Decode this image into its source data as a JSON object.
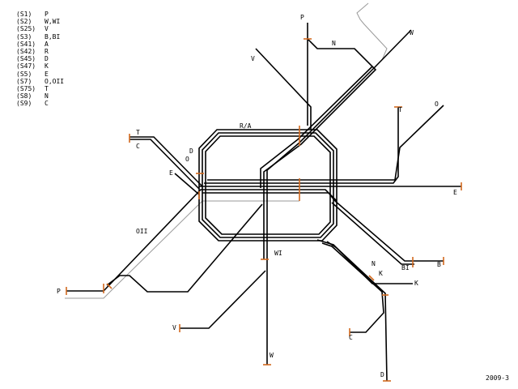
{
  "legend": [
    {
      "code": "(S1)",
      "dest": "P"
    },
    {
      "code": "(S2)",
      "dest": "W,WI"
    },
    {
      "code": "(S25)",
      "dest": "V"
    },
    {
      "code": "(S3)",
      "dest": "B,BI"
    },
    {
      "code": "(S41)",
      "dest": "A"
    },
    {
      "code": "(S42)",
      "dest": "R"
    },
    {
      "code": "(S45)",
      "dest": "D"
    },
    {
      "code": "(S47)",
      "dest": "K"
    },
    {
      "code": "(S5)",
      "dest": "E"
    },
    {
      "code": "(S7)",
      "dest": "O,OII"
    },
    {
      "code": "(S75)",
      "dest": "T"
    },
    {
      "code": "(S8)",
      "dest": "N"
    },
    {
      "code": "(S9)",
      "dest": "C"
    }
  ],
  "map_labels": {
    "ring": "R/A",
    "p_north": "P",
    "n_north": "N",
    "w_north": "W",
    "v_north": "V",
    "t_east": "T",
    "o_east": "O",
    "t_west": "T",
    "c_west": "C",
    "d_west": "D",
    "o_west": "O",
    "e_west": "E",
    "e_east": "E",
    "oii": "OII",
    "p_west": "P",
    "wi": "WI",
    "n_south": "N",
    "k_mid": "K",
    "k_east": "K",
    "bi": "BI",
    "b": "B",
    "v_south": "V",
    "w_south": "W",
    "c_south": "C",
    "d_south": "D"
  },
  "footer": {
    "year": "2009-3"
  },
  "colors": {
    "track": "#000000",
    "terminus_tick": "#d2691e",
    "disused_track": "#9a9a9a",
    "background": "#ffffff"
  }
}
